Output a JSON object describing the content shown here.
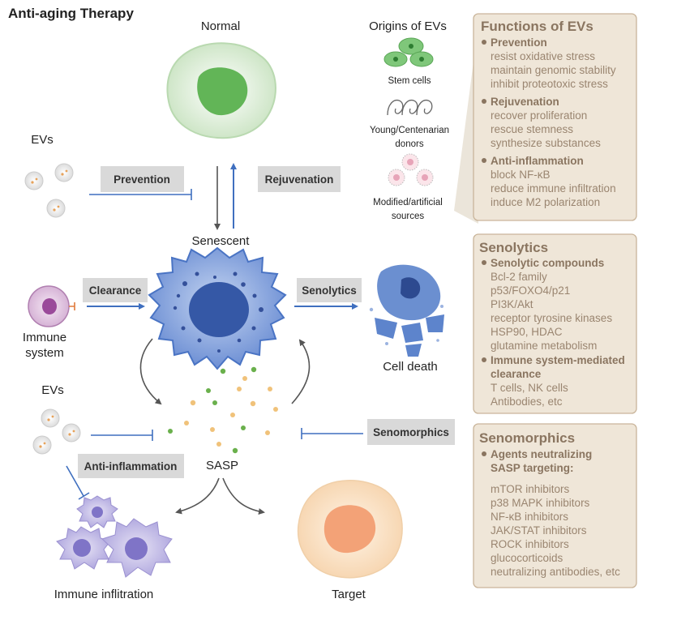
{
  "title": "Anti-aging Therapy",
  "cells": {
    "normal": "Normal",
    "senescent": "Senescent",
    "cell_death": "Cell death",
    "immune_system": [
      "Immune",
      "system"
    ],
    "target": "Target",
    "immune_infiltration": "Immune inflitration",
    "sasp": "SASP",
    "evs_top": "EVs",
    "evs_bottom": "EVs"
  },
  "actions": {
    "prevention": "Prevention",
    "rejuvenation": "Rejuvenation",
    "clearance": "Clearance",
    "senolytics": "Senolytics",
    "anti_inflammation": "Anti-inflammation",
    "senomorphics": "Senomorphics"
  },
  "origins": {
    "title": "Origins of EVs",
    "stem_cells": "Stem cells",
    "donors": [
      "Young/Centenarian",
      "donors"
    ],
    "modified": [
      "Modified/artificial",
      "sources"
    ]
  },
  "panels": {
    "functions": {
      "title": "Functions of EVs",
      "sections": [
        {
          "heading": "Prevention",
          "items": [
            "resist oxidative stress",
            "maintain genomic stability",
            "inhibit proteotoxic stress"
          ]
        },
        {
          "heading": "Rejuvenation",
          "items": [
            "recover proliferation",
            "rescue stemness",
            "synthesize substances"
          ]
        },
        {
          "heading": "Anti-inflammation",
          "items": [
            "block NF-κB",
            "reduce immune infiltration",
            "induce M2 polarization"
          ]
        }
      ]
    },
    "senolytics": {
      "title": "Senolytics",
      "sections": [
        {
          "heading": "Senolytic compounds",
          "items": [
            "Bcl-2 family",
            "p53/FOXO4/p21",
            "PI3K/Akt",
            "receptor tyrosine kinases",
            "HSP90, HDAC",
            "glutamine metabolism"
          ]
        },
        {
          "heading": "Immune system-mediated",
          "heading2": "clearance",
          "items": [
            "T cells, NK cells",
            "Antibodies, etc"
          ]
        }
      ]
    },
    "senomorphics": {
      "title": "Senomorphics",
      "sections": [
        {
          "heading": "Agents neutralizing",
          "heading2": "SASP targeting:",
          "items": [
            "mTOR inhibitors",
            "p38 MAPK inhibitors",
            "NF-κB inhibitors",
            "JAK/STAT inhibitors",
            "ROCK inhibitors",
            "glucocorticoids",
            "neutralizing antibodies, etc"
          ]
        }
      ]
    }
  },
  "colors": {
    "panel_bg": "#efe6d8",
    "panel_border": "#c9b49a",
    "panel_text": "#9a8570",
    "arrow_blue": "#3f6fbf",
    "senescent_blue": "#4a74c4",
    "normal_green": "#62b557"
  }
}
